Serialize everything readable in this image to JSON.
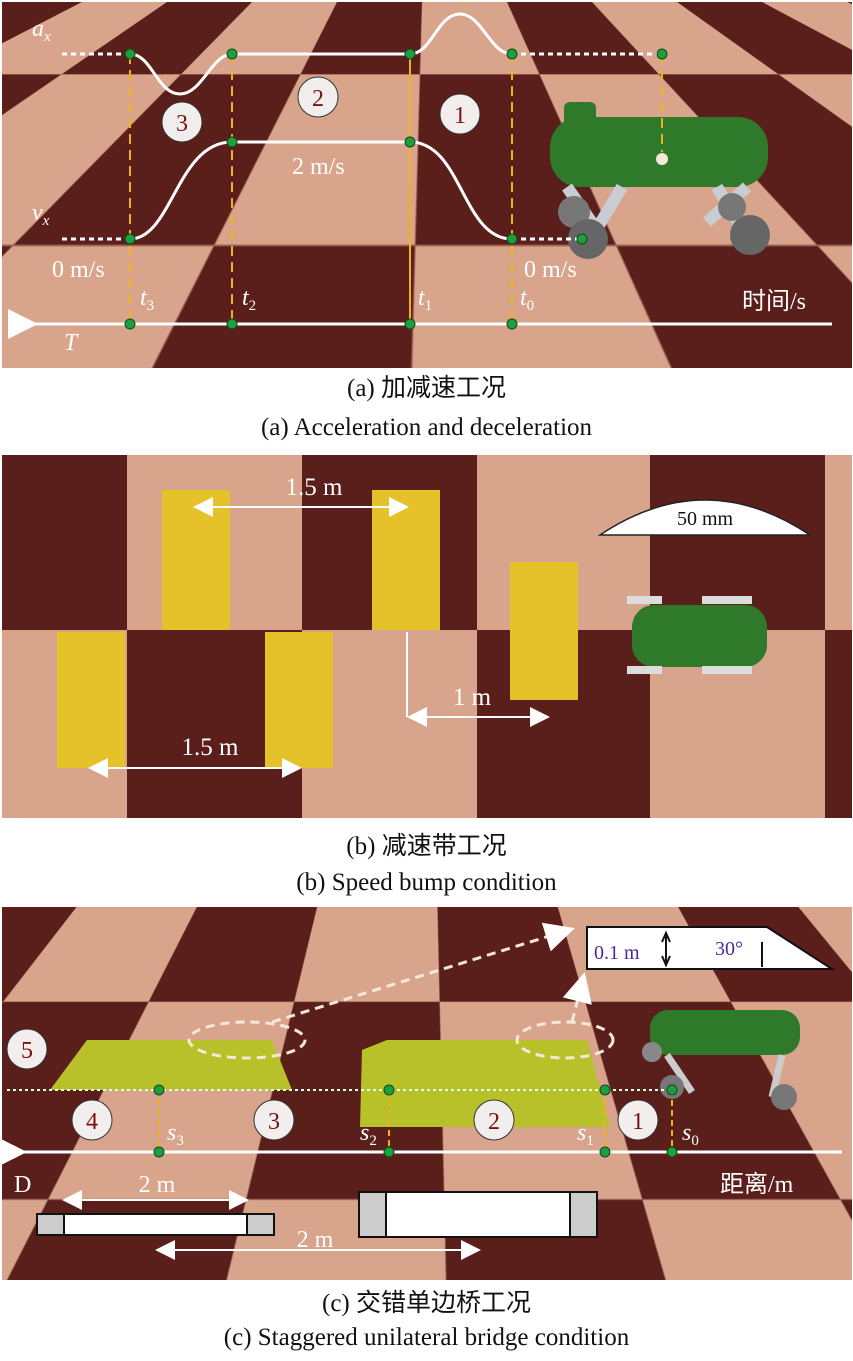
{
  "panel_a": {
    "ax_label": "a",
    "ax_sub": "x",
    "vx_label": "v",
    "vx_sub": "x",
    "speed_high": "2 m/s",
    "speed_start": "0 m/s",
    "speed_end": "0 m/s",
    "time_labels": [
      {
        "t": "t",
        "sub": "3"
      },
      {
        "t": "t",
        "sub": "2"
      },
      {
        "t": "t",
        "sub": "1"
      },
      {
        "t": "t",
        "sub": "0"
      }
    ],
    "axis_label": "时间/s",
    "axis_arrow_label": "T",
    "phases": [
      "1",
      "2",
      "3"
    ],
    "caption_cn": "(a) 加减速工况",
    "caption_en": "(a) Acceleration and deceleration"
  },
  "panel_b": {
    "dist_top": "1.5 m",
    "dist_mid": "1 m",
    "dist_bottom": "1.5 m",
    "bump_height": "50 mm",
    "caption_cn": "(b) 减速带工况",
    "caption_en": "(b) Speed bump condition"
  },
  "panel_c": {
    "inset_height": "0.1 m",
    "inset_angle": "30°",
    "phases": [
      "1",
      "2",
      "3",
      "4",
      "5"
    ],
    "pos_labels": [
      {
        "t": "s",
        "sub": "3"
      },
      {
        "t": "s",
        "sub": "2"
      },
      {
        "t": "s",
        "sub": "1"
      },
      {
        "t": "s",
        "sub": "0"
      }
    ],
    "axis_arrow_label": "D",
    "axis_label": "距离/m",
    "bridge_length": "2 m",
    "bridge_offset": "2 m",
    "caption_cn": "(c) 交错单边桥工况",
    "caption_en": "(c) Staggered unilateral bridge condition"
  },
  "colors": {
    "robot": "#2f7a2a",
    "marker": "#1e9e3e",
    "guide": "#f0b21c",
    "bump": "#e6c22a",
    "bridge": "#b9c12a",
    "label": "#7a1010"
  }
}
